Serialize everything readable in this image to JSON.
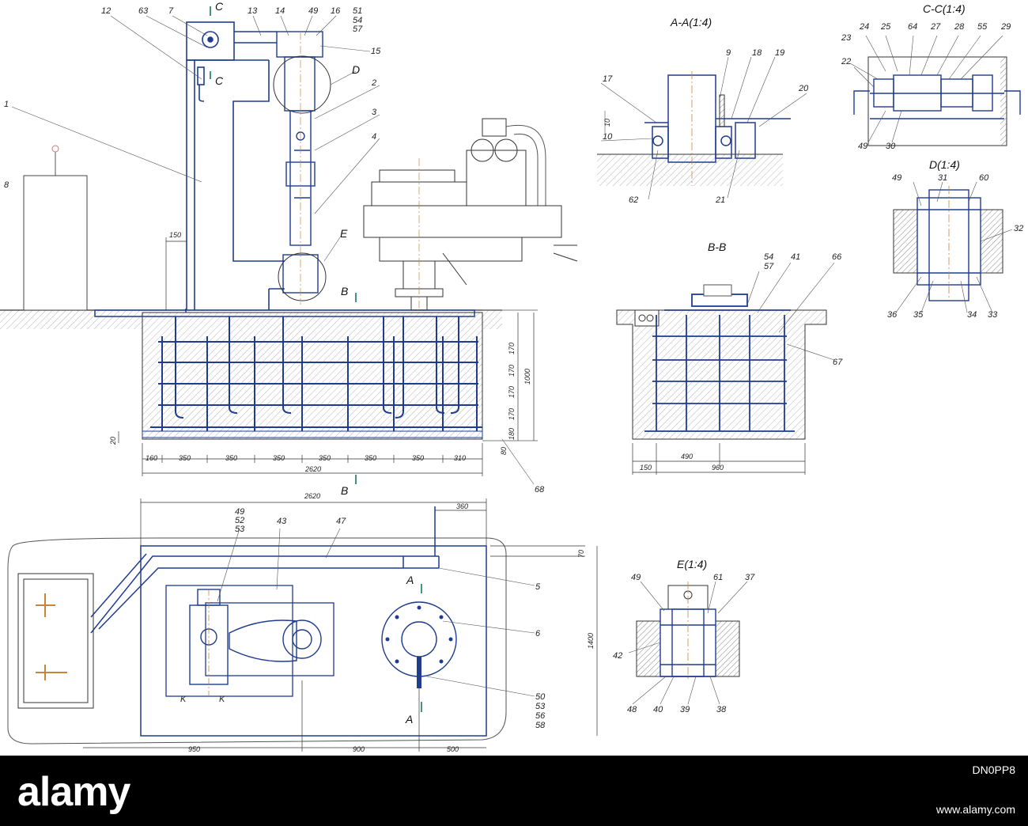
{
  "banner": {
    "brand": "alamy",
    "stock_id": "DN0PP8",
    "site": "www.alamy.com"
  },
  "section_titles": {
    "aa": "A-A(1:4)",
    "cc": "C-C(1:4)",
    "d": "D(1:4)",
    "bb": "B-B",
    "e": "E(1:4)"
  },
  "section_marks": {
    "c": "C",
    "d": "D",
    "e": "E",
    "b": "B",
    "a": "A",
    "k": "K"
  },
  "part_numbers": {
    "p1": "1",
    "p2": "2",
    "p3": "3",
    "p4": "4",
    "p5": "5",
    "p6": "6",
    "p7": "7",
    "p8": "8",
    "p9": "9",
    "p10": "10",
    "p12": "12",
    "p13": "13",
    "p14": "14",
    "p15": "15",
    "p16": "16",
    "p17": "17",
    "p18": "18",
    "p19": "19",
    "p20": "20",
    "p21": "21",
    "p22": "22",
    "p23": "23",
    "p24": "24",
    "p25": "25",
    "p27": "27",
    "p28": "28",
    "p29": "29",
    "p30": "30",
    "p31": "31",
    "p32": "32",
    "p33": "33",
    "p34": "34",
    "p35": "35",
    "p36": "36",
    "p37": "37",
    "p38": "38",
    "p39": "39",
    "p40": "40",
    "p41": "41",
    "p42": "42",
    "p43": "43",
    "p47": "47",
    "p48": "48",
    "p49": "49",
    "p50": "50",
    "p51": "51",
    "p52": "52",
    "p53": "53",
    "p54": "54",
    "p55": "55",
    "p56": "56",
    "p57": "57",
    "p58": "58",
    "p60": "60",
    "p61": "61",
    "p62": "62",
    "p63": "63",
    "p64": "64",
    "p66": "66",
    "p67": "67",
    "p68": "68"
  },
  "dimensions": {
    "d150": "150",
    "d160": "160",
    "d350": "350",
    "d310": "310",
    "d2620": "2620",
    "d170": "170",
    "d1000": "1000",
    "d180": "180",
    "d80": "80",
    "d20": "20",
    "d10": "10",
    "d490": "490",
    "d960": "960",
    "d360": "360",
    "d70": "70",
    "d1400": "1400",
    "d950": "950",
    "d900": "900",
    "d500": "500"
  },
  "colors": {
    "line_blue": "#1f3c8f",
    "ink": "#333333",
    "hatch": "#9a9a9a",
    "banner_bg": "#000000"
  }
}
